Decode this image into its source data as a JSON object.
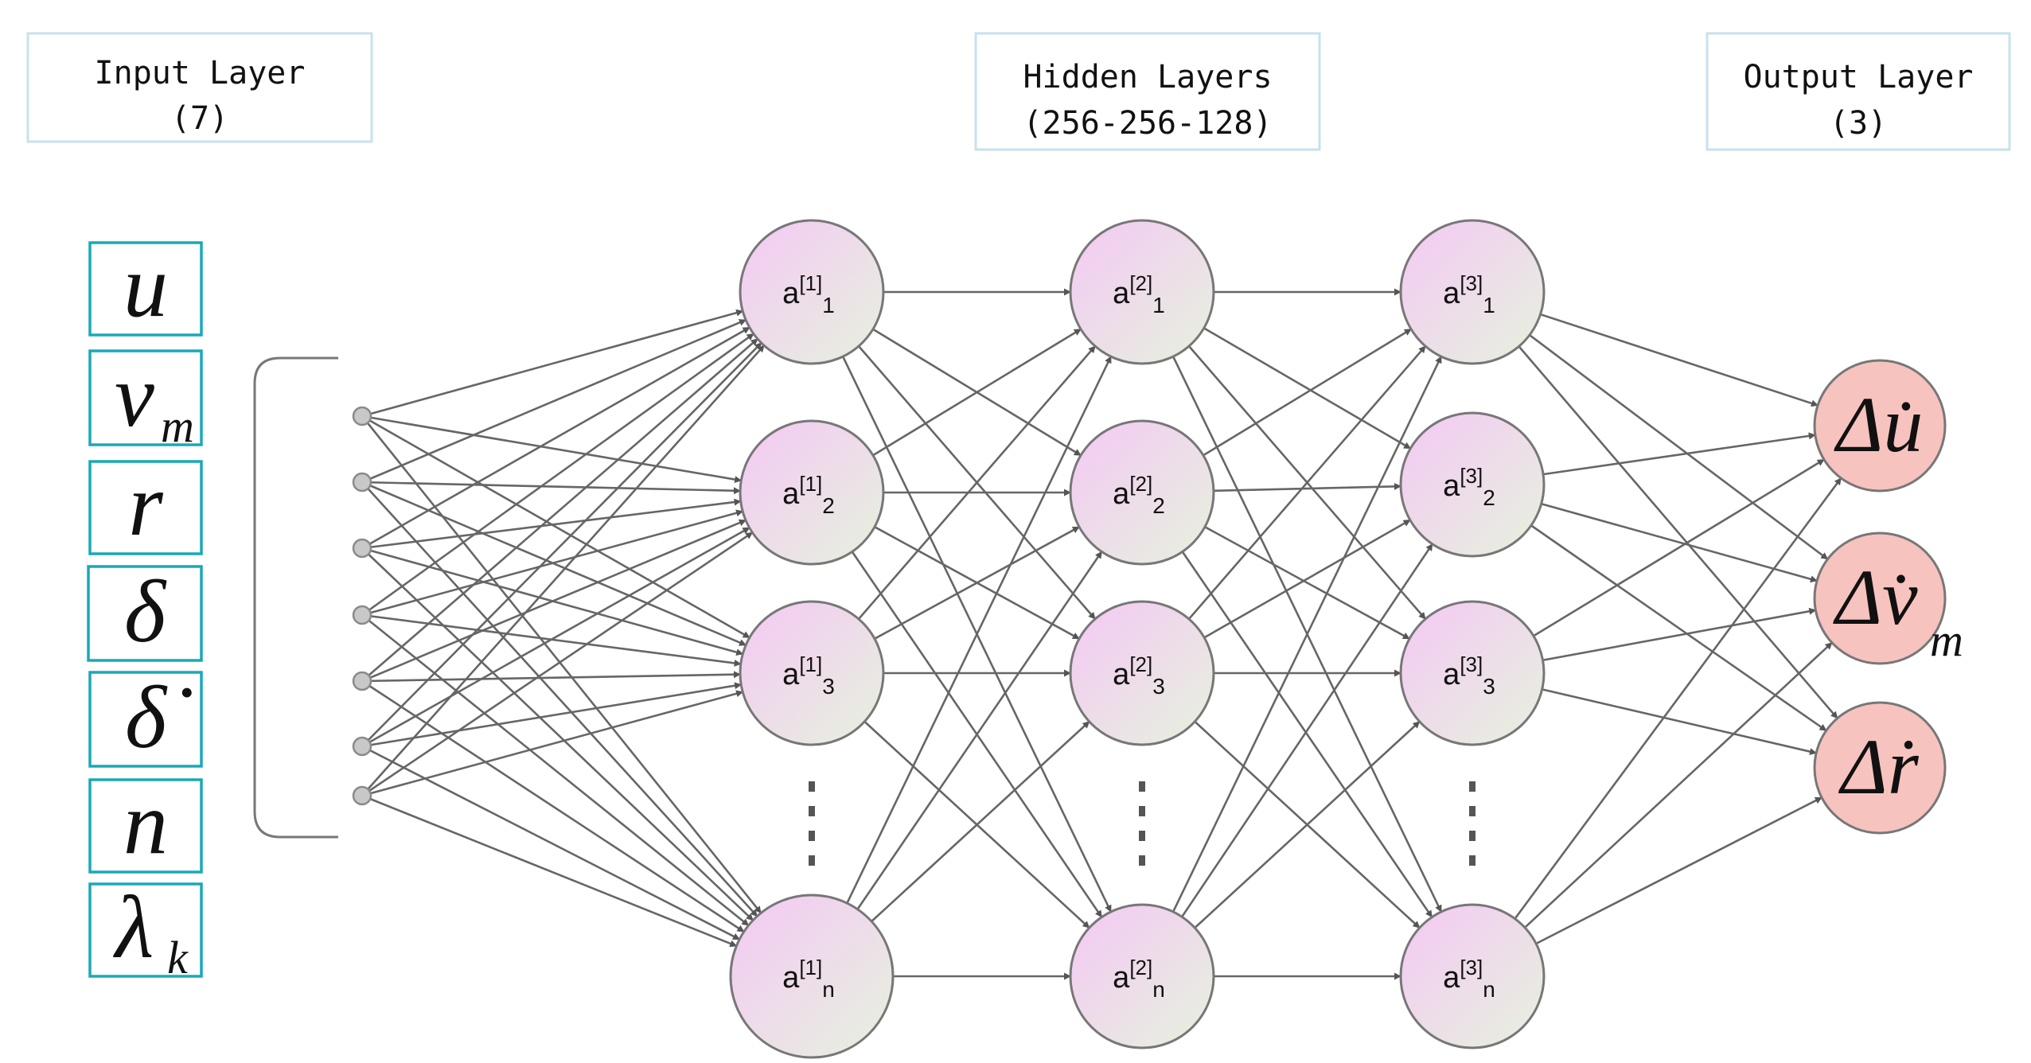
{
  "headers": {
    "input": {
      "line1": "Input Layer",
      "line2": "(7)"
    },
    "hidden": {
      "line1": "Hidden Layers",
      "line2": "(256-256-128)"
    },
    "output": {
      "line1": "Output Layer",
      "line2": "(3)"
    }
  },
  "inputs": [
    {
      "base": "u",
      "sub": ""
    },
    {
      "base": "v",
      "sub": "m"
    },
    {
      "base": "r",
      "sub": ""
    },
    {
      "base": "δ",
      "sub": ""
    },
    {
      "base": "δ̇",
      "sub": ""
    },
    {
      "base": "n",
      "sub": ""
    },
    {
      "base": "λ",
      "sub": "k"
    }
  ],
  "hidden_layers": [
    {
      "layer": "1",
      "nodes": [
        "1",
        "2",
        "3",
        "n"
      ]
    },
    {
      "layer": "2",
      "nodes": [
        "1",
        "2",
        "3",
        "n"
      ]
    },
    {
      "layer": "3",
      "nodes": [
        "1",
        "2",
        "3",
        "n"
      ]
    }
  ],
  "outputs": [
    {
      "text": "Δu̇",
      "sub": ""
    },
    {
      "text": "Δv̇",
      "sub": "m"
    },
    {
      "text": "Δṙ",
      "sub": ""
    }
  ],
  "colors": {
    "neuron_top": "#f4c8f4",
    "neuron_bottom": "#e6f2de",
    "output_fill": "#f7c3bf",
    "input_border": "#19a9b8",
    "header_border": "#c6e2ee",
    "connection": "#666666"
  }
}
